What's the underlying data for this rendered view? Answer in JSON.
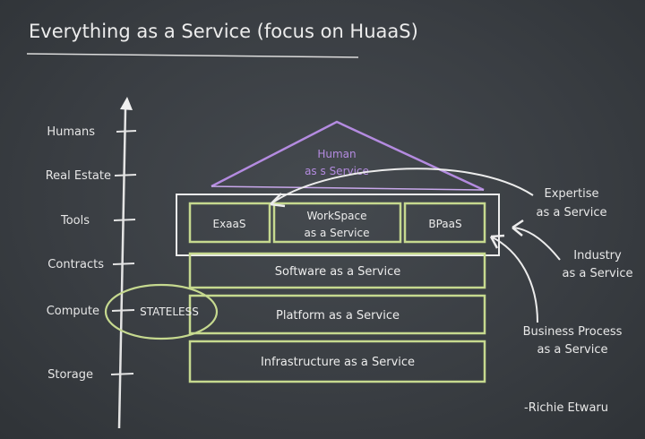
{
  "title": "Everything as a Service (focus on HuaaS)",
  "axis_labels": [
    "Humans",
    "Real Estate",
    "Tools",
    "Contracts",
    "Compute",
    "Storage"
  ],
  "roof": {
    "line1": "Human",
    "line2": "as s Service"
  },
  "tools_boxes": {
    "exaas": "ExaaS",
    "workspace_line1": "WorkSpace",
    "workspace_line2": "as a Service",
    "bpaas": "BPaaS"
  },
  "layers": {
    "saas": "Software as a Service",
    "paas": "Platform as a Service",
    "iaas": "Infrastructure as a Service"
  },
  "stateless": "STATELESS",
  "annotations": {
    "expertise_line1": "Expertise",
    "expertise_line2": "as a Service",
    "industry_line1": "Industry",
    "industry_line2": "as a Service",
    "bp_line1": "Business Process",
    "bp_line2": "as a Service"
  },
  "signature": "-Richie Etwaru",
  "colors": {
    "chalk_white": "#e8e8e8",
    "chalk_green": "#c6d98f",
    "chalk_purple": "#b48be0"
  }
}
